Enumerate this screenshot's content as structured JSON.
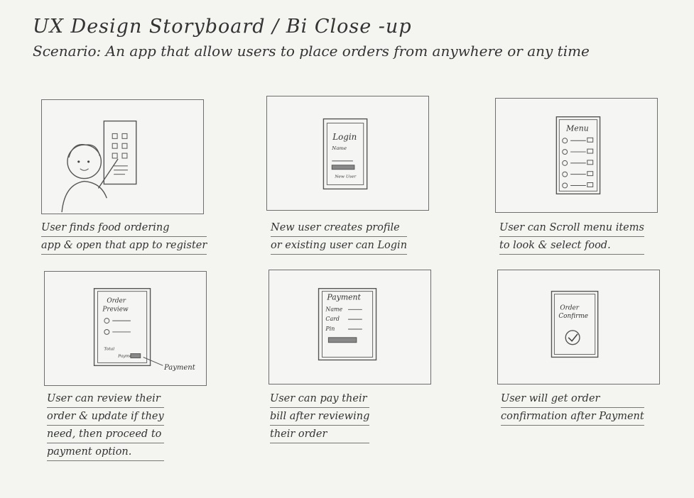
{
  "title": "UX Design Storyboard / Bi Close -up",
  "scenario": "Scenario: An app that allow users to place orders from anywhere or any time",
  "panels": [
    {
      "caption": [
        "User finds food ordering",
        "app & open that app to register"
      ]
    },
    {
      "screen_title": "Login",
      "screen_fields": [
        "Name",
        "New User"
      ],
      "caption": [
        "New user creates profile",
        "or existing user can Login"
      ]
    },
    {
      "screen_title": "Menu",
      "caption": [
        "User can Scroll menu items",
        "to look & select food."
      ]
    },
    {
      "screen_title_1": "Order",
      "screen_title_2": "Preview",
      "screen_total": "Total",
      "screen_button": "Payme",
      "screen_callout": "Payment",
      "caption": [
        "User can review their",
        "order & update if they",
        "need, then proceed to",
        "payment option."
      ]
    },
    {
      "screen_title": "Payment",
      "screen_fields": [
        "Name",
        "Card",
        "Pin"
      ],
      "caption": [
        "User can pay their",
        "bill after reviewing",
        "their order"
      ]
    },
    {
      "screen_title_1": "Order",
      "screen_title_2": "Confirme",
      "caption": [
        "User will get order",
        "confirmation after Payment"
      ]
    }
  ]
}
